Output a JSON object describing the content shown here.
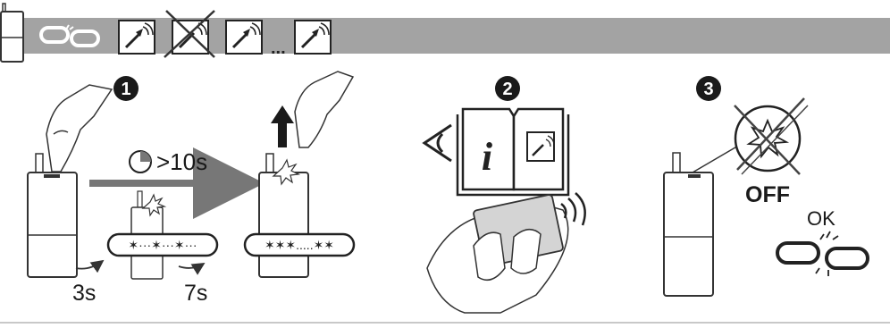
{
  "header": {
    "ellipsis": "..."
  },
  "step1": {
    "number": "1",
    "timer_text": ">10s",
    "hold_duration": "3s",
    "wait_duration": "7s"
  },
  "step2": {
    "number": "2",
    "manual_icon_text": "i"
  },
  "step3": {
    "number": "3",
    "led_state": "OFF",
    "ok_text": "OK"
  }
}
